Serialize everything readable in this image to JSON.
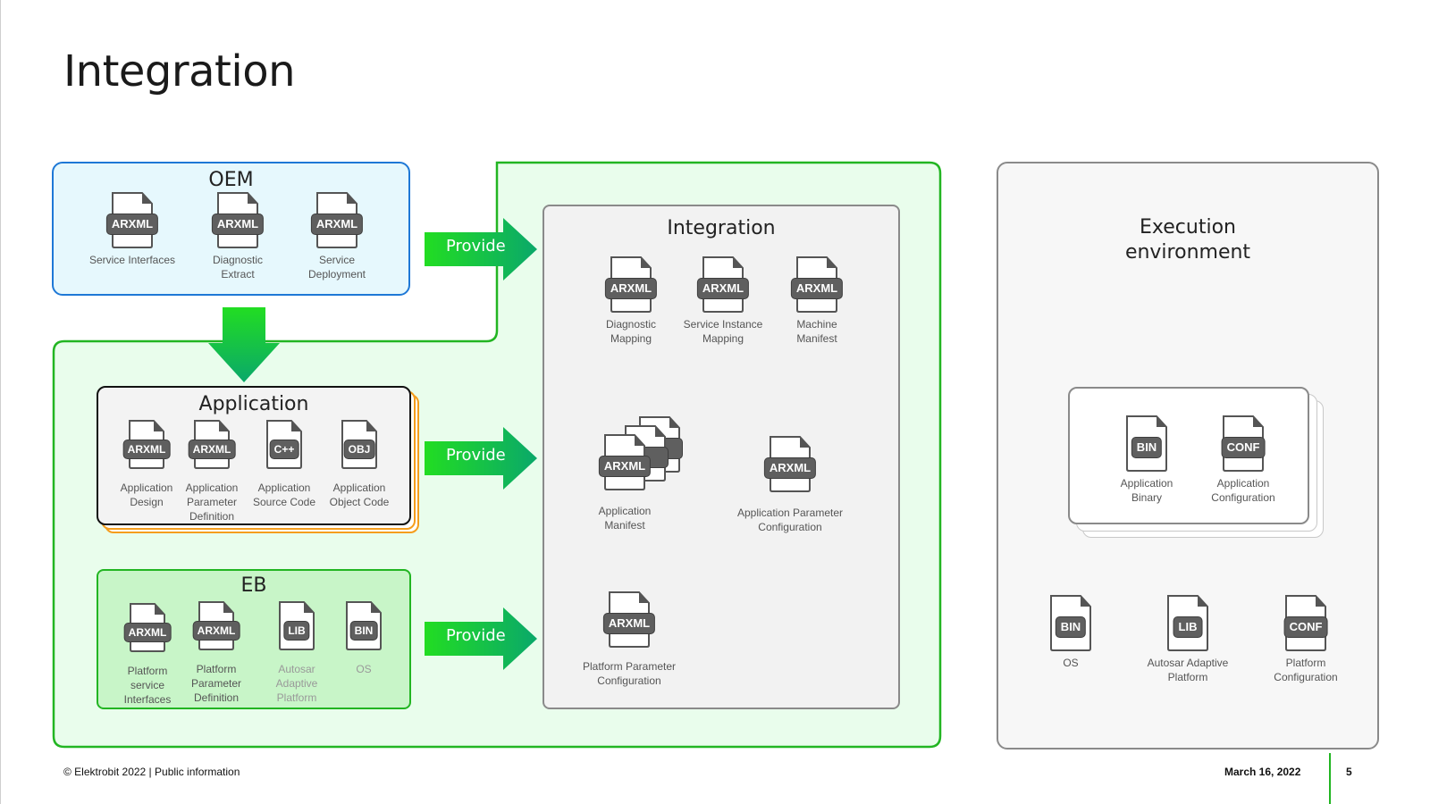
{
  "slide": {
    "title": "Integration"
  },
  "oem": {
    "title": "OEM",
    "docs": [
      {
        "badge": "ARXML",
        "label": "Service Interfaces"
      },
      {
        "badge": "ARXML",
        "label": "Diagnostic\nExtract"
      },
      {
        "badge": "ARXML",
        "label": "Service\nDeployment"
      }
    ]
  },
  "application": {
    "title": "Application",
    "docs": [
      {
        "badge": "ARXML",
        "label": "Application\nDesign"
      },
      {
        "badge": "ARXML",
        "label": "Application\nParameter\nDefinition"
      },
      {
        "badge": "C++",
        "label": "Application\nSource Code"
      },
      {
        "badge": "OBJ",
        "label": "Application\nObject Code"
      }
    ]
  },
  "eb": {
    "title": "EB",
    "docs": [
      {
        "badge": "ARXML",
        "label": "Platform\nservice\nInterfaces"
      },
      {
        "badge": "ARXML",
        "label": "Platform\nParameter\nDefinition"
      },
      {
        "badge": "LIB",
        "label": "Autosar\nAdaptive\nPlatform"
      },
      {
        "badge": "BIN",
        "label": "OS"
      }
    ]
  },
  "arrows": {
    "provide_label": "Provide"
  },
  "integration": {
    "title": "Integration",
    "docs": [
      {
        "badge": "ARXML",
        "label": "Diagnostic\nMapping"
      },
      {
        "badge": "ARXML",
        "label": "Service Instance\nMapping"
      },
      {
        "badge": "ARXML",
        "label": "Machine\nManifest"
      },
      {
        "badge": "ARXML",
        "label": "Application\nManifest"
      },
      {
        "badge": "ARXML",
        "label": "Application Parameter\nConfiguration"
      },
      {
        "badge": "ARXML",
        "label": "Platform Parameter\nConfiguration"
      }
    ]
  },
  "execution": {
    "title": "Execution\nenvironment",
    "app_docs": [
      {
        "badge": "BIN",
        "label": "Application\nBinary"
      },
      {
        "badge": "CONF",
        "label": "Application\nConfiguration"
      }
    ],
    "platform_docs": [
      {
        "badge": "BIN",
        "label": "OS"
      },
      {
        "badge": "LIB",
        "label": "Autosar Adaptive\nPlatform"
      },
      {
        "badge": "CONF",
        "label": "Platform\nConfiguration"
      }
    ]
  },
  "footer": {
    "copyright": "© Elektrobit 2022 | Public information",
    "date": "March 16, 2022",
    "page": "5"
  },
  "colors": {
    "oem_border": "#1e78d6",
    "oem_fill": "#e6f8fd",
    "green_border": "#22b522",
    "green_fill": "#e9fdec",
    "eb_fill": "#c8f5c8",
    "gray_border": "#8a8a8a",
    "orange": "#f59d1d"
  }
}
